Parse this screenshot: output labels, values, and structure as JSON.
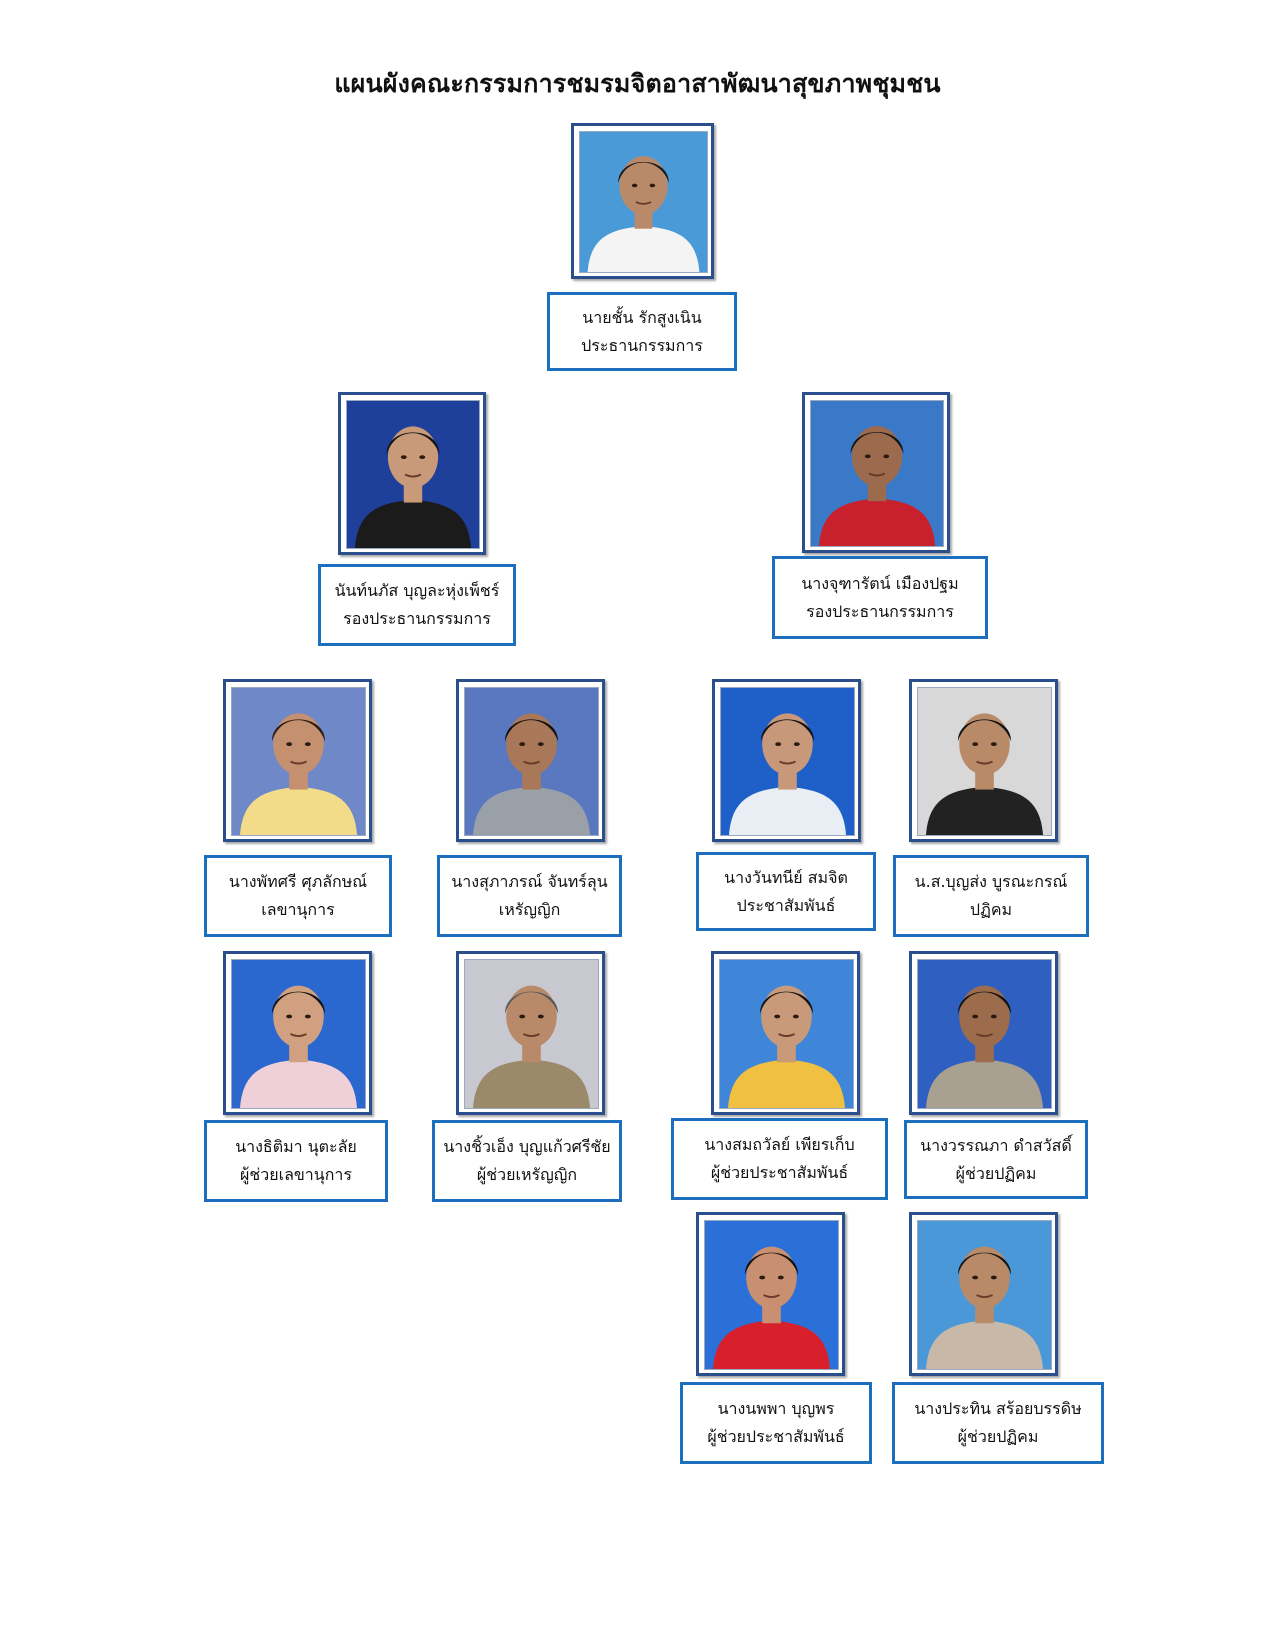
{
  "title": "แผนผังคณะกรรมการชมรมจิตอาสาพัฒนาสุขภาพชุมชน",
  "members": [
    {
      "name": "นายชั้น  รักสูงเนิน",
      "role": "ประธานกรรมการ",
      "photo": {
        "bg": "#4a9ad8",
        "shirt": "#f4f4f4",
        "skin": "#b98a6a",
        "hair": "#1a1a1a",
        "icon": "portrait-photo-icon"
      }
    },
    {
      "name": "นันท์นภัส บุญละหุ่งเพ็ชร์",
      "role": "รองประธานกรรมการ",
      "photo": {
        "bg": "#1e3f9a",
        "shirt": "#1b1b1b",
        "skin": "#c89a7a",
        "hair": "#151515",
        "icon": "portrait-photo-icon"
      }
    },
    {
      "name": "นางจุฑารัตน์  เมืองปฐม",
      "role": "รองประธานกรรมการ",
      "photo": {
        "bg": "#3a78c8",
        "shirt": "#c8202c",
        "skin": "#9c6a4c",
        "hair": "#151515",
        "icon": "portrait-photo-icon"
      }
    },
    {
      "name": "นางพัทศรี ศุภลักษณ์",
      "role": "เลขานุการ",
      "photo": {
        "bg": "#6f88c8",
        "shirt": "#f2dc8a",
        "skin": "#c49070",
        "hair": "#2a1a12",
        "icon": "portrait-photo-icon"
      }
    },
    {
      "name": "นางสุภาภรณ์  จันทร์ลุน",
      "role": "เหรัญญิก",
      "photo": {
        "bg": "#5a78c0",
        "shirt": "#9aa0a8",
        "skin": "#a87858",
        "hair": "#111111",
        "icon": "portrait-photo-icon"
      }
    },
    {
      "name": "นางวันทนีย์ สมจิต",
      "role": "ประชาสัมพันธ์",
      "photo": {
        "bg": "#1f5fc8",
        "shirt": "#e8eef4",
        "skin": "#c8987a",
        "hair": "#121212",
        "icon": "portrait-photo-icon"
      }
    },
    {
      "name": "น.ส.บุญส่ง  บูรณะกรณ์",
      "role": "ปฏิคม",
      "photo": {
        "bg": "#d8d8d8",
        "shirt": "#222222",
        "skin": "#b88a68",
        "hair": "#121212",
        "icon": "portrait-photo-icon"
      }
    },
    {
      "name": "นางธิติมา  นุตะลัย",
      "role": "ผู้ช่วยเลขานุการ",
      "photo": {
        "bg": "#2a68d0",
        "shirt": "#f0d0d8",
        "skin": "#d0a080",
        "hair": "#121212",
        "icon": "portrait-photo-icon"
      }
    },
    {
      "name": "นางชิ้วเอ็ง  บุญแก้วศรีชัย",
      "role": "ผู้ช่วยเหรัญญิก",
      "photo": {
        "bg": "#c8c8d0",
        "shirt": "#9a8a6a",
        "skin": "#b88a6a",
        "hair": "#5a5a5a",
        "icon": "portrait-photo-icon"
      }
    },
    {
      "name": "นางสมถวัลย์  เพียรเก็บ",
      "role": "ผู้ช่วยประชาสัมพันธ์",
      "photo": {
        "bg": "#3f86d8",
        "shirt": "#f0c040",
        "skin": "#c89a7a",
        "hair": "#151515",
        "icon": "portrait-photo-icon"
      }
    },
    {
      "name": "นางวรรณภา  ดำสวัสดิ์",
      "role": "ผู้ช่วยปฏิคม",
      "photo": {
        "bg": "#2f5fc0",
        "shirt": "#a8a090",
        "skin": "#9c6c4c",
        "hair": "#121212",
        "icon": "portrait-photo-icon"
      }
    },
    {
      "name": "นางนพพา บุญพร",
      "role": "ผู้ช่วยประชาสัมพันธ์",
      "photo": {
        "bg": "#2a70d8",
        "shirt": "#d8202c",
        "skin": "#c89070",
        "hair": "#121212",
        "icon": "portrait-photo-icon"
      }
    },
    {
      "name": "นางประทิน  สร้อยบรรดิษ",
      "role": "ผู้ช่วยปฏิคม",
      "photo": {
        "bg": "#4a98d8",
        "shirt": "#c8b8a8",
        "skin": "#b88a68",
        "hair": "#1a1a1a",
        "icon": "portrait-photo-icon"
      }
    }
  ],
  "colors": {
    "photo_frame": "#2b4f8c",
    "name_box_border": "#1c6fbf"
  }
}
